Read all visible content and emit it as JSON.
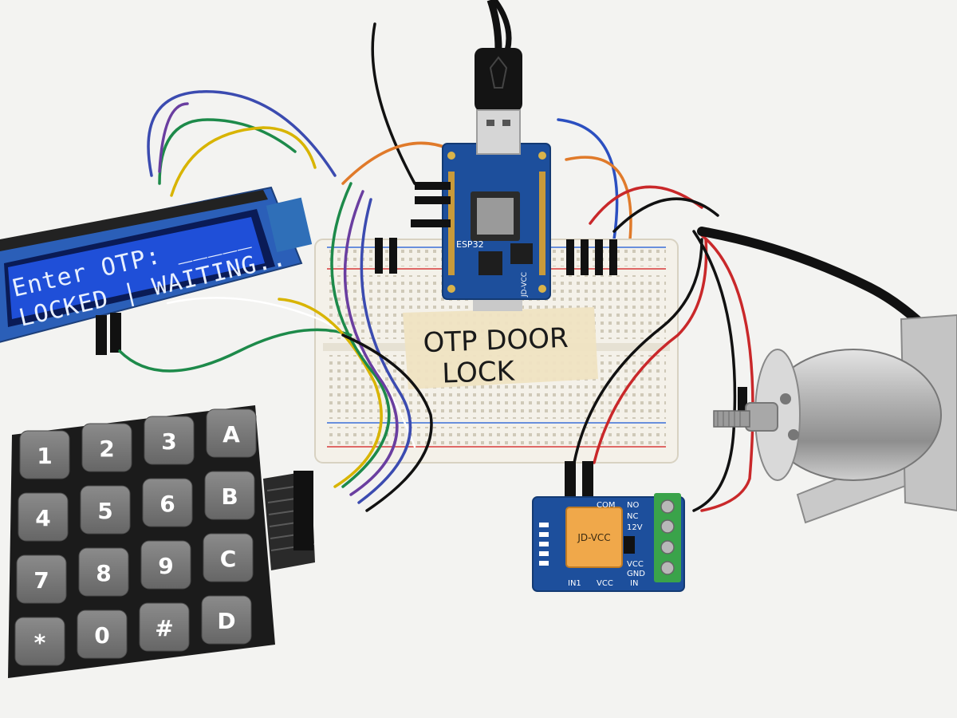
{
  "lcd": {
    "line1": "Enter OTP: _____",
    "line2": "LOCKED | WAITING.."
  },
  "keypad": {
    "keys": [
      "1",
      "2",
      "3",
      "A",
      "4",
      "5",
      "6",
      "B",
      "7",
      "8",
      "9",
      "C",
      "*",
      "0",
      "#",
      "D"
    ]
  },
  "esp32": {
    "chip_label": "ESP32",
    "side_label": "JD-VCC"
  },
  "tape_label": {
    "line1": "OTP DOOR",
    "line2": "LOCK"
  },
  "relay": {
    "relay_label": "JD-VCC",
    "com": "COM",
    "no": "NO",
    "nc": "NC",
    "v12": "12V",
    "vcc_right": "VCC",
    "gnd": "GND",
    "in": "IN",
    "in1": "IN1",
    "vcc_bottom": "VCC"
  },
  "colors": {
    "lcd_background": "#1f4fd8",
    "lcd_text": "#e8f0ff",
    "pcb_blue": "#1d4f9c",
    "breadboard": "#f4f1e9",
    "keypad_body": "#1b1b1b",
    "key": "#7a7a7a",
    "tape": "#efe3c2",
    "relay_orange": "#f0a84a",
    "terminal_green": "#3aa34a"
  }
}
